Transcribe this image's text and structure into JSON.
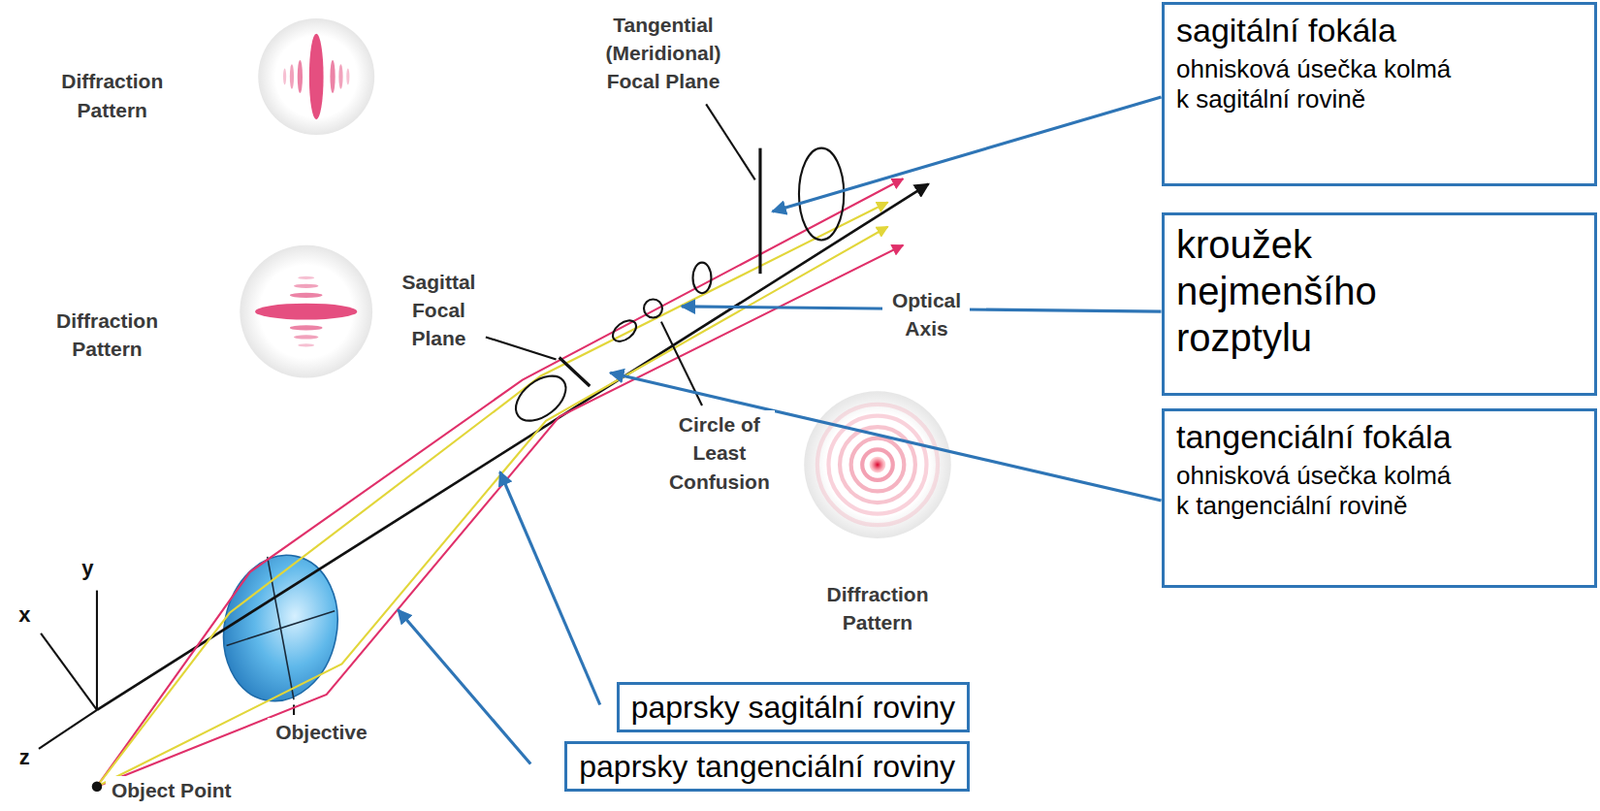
{
  "diagram": {
    "nodes": [
      {
        "text": [
          "sagitální fokála",
          "ohnisková úsečka kolmá k sagitální rovině"
        ]
      },
      {
        "text": [
          "kroužek nejmenšího rozptylu"
        ]
      },
      {
        "text": [
          "tangenciální fokála",
          "ohnisková úsečka kolmá k tangenciální rovině"
        ]
      },
      {
        "text": [
          "paprsky sagitální roviny"
        ]
      },
      {
        "text": [
          "paprsky tangenciální roviny"
        ]
      }
    ],
    "labels": [
      "Diffraction Pattern",
      "Tangential (Meridional) Focal Plane",
      "Diffraction Pattern",
      "Sagittal Focal Plane",
      "Optical Axis",
      "Circle of Least Confusion",
      "Diffraction Pattern",
      "Objective",
      "y",
      "x",
      "z",
      "Object Point"
    ]
  }
}
